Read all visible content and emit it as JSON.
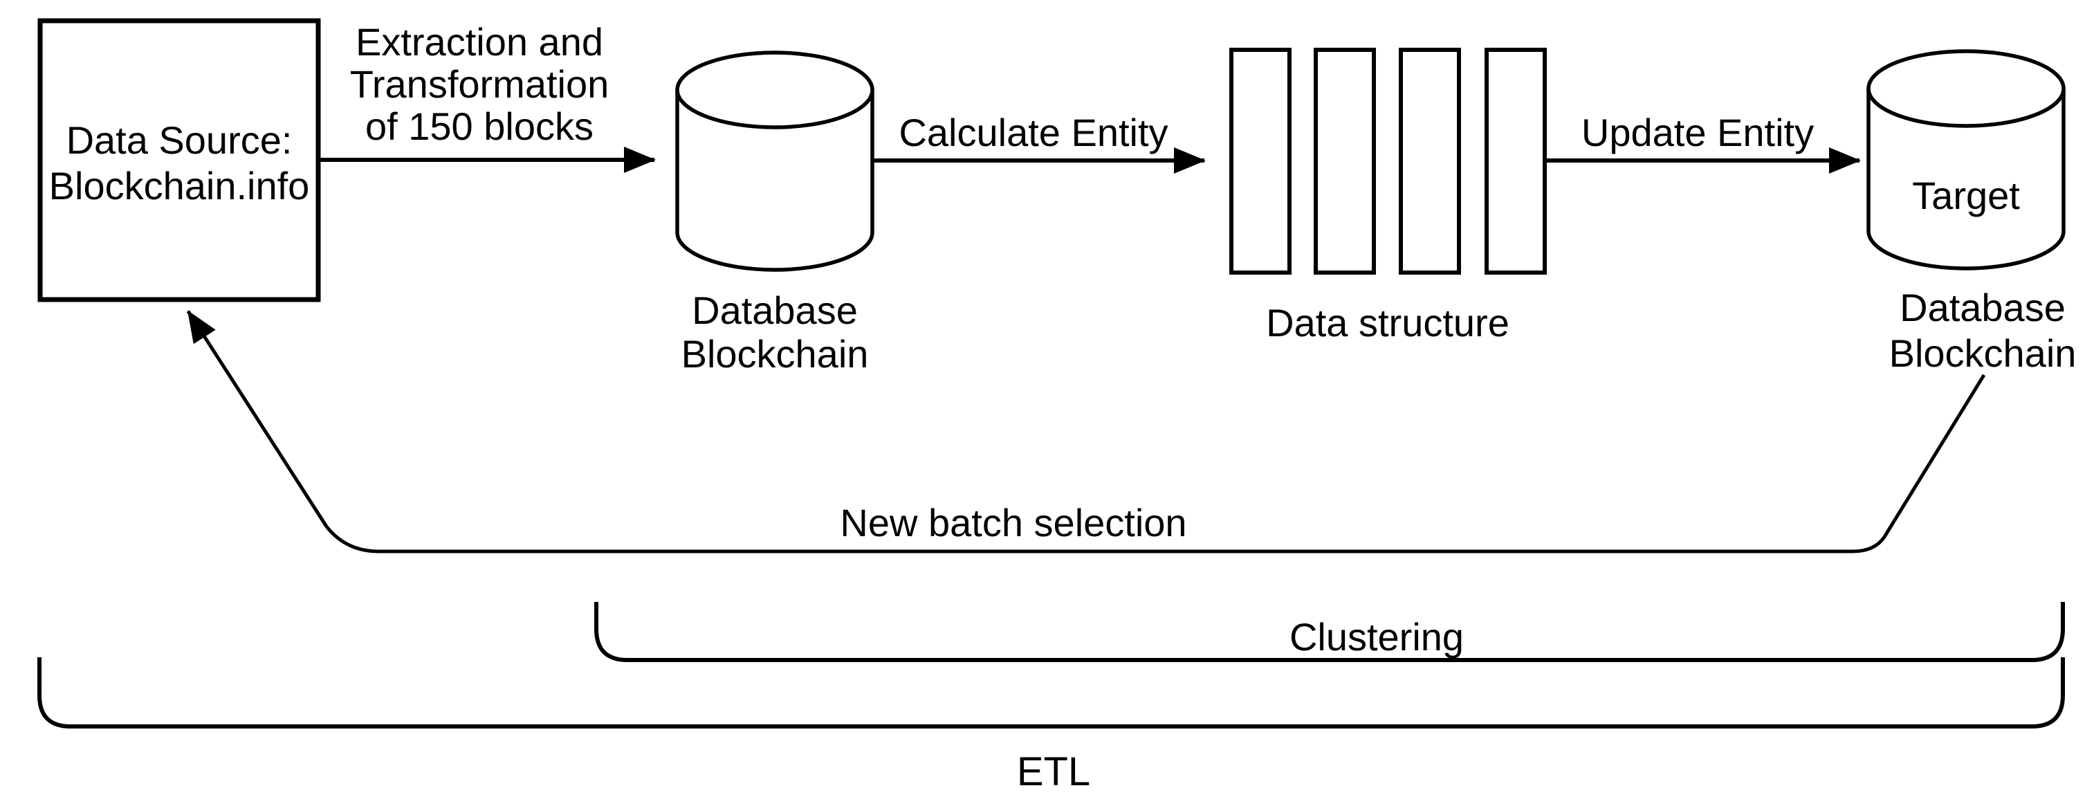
{
  "diagram": {
    "nodes": {
      "data_source": {
        "line1": "Data Source:",
        "line2": "Blockchain.info"
      },
      "db_blockchain_source": {
        "label_line1": "Database",
        "label_line2": "Blockchain"
      },
      "data_structure": {
        "label": "Data structure"
      },
      "db_blockchain_target": {
        "body_label": "Target",
        "label_line1": "Database",
        "label_line2": "Blockchain"
      }
    },
    "edges": {
      "extraction": {
        "line1": "Extraction and",
        "line2": "Transformation",
        "line3": "of 150 blocks"
      },
      "calculate_entity": {
        "label": "Calculate Entity"
      },
      "update_entity": {
        "label": "Update Entity"
      },
      "new_batch": {
        "label": "New batch selection"
      }
    },
    "groups": {
      "clustering": {
        "label": "Clustering"
      },
      "etl": {
        "label": "ETL"
      }
    },
    "colors": {
      "line": "#000000",
      "background": "#ffffff",
      "text": "#000000"
    }
  }
}
